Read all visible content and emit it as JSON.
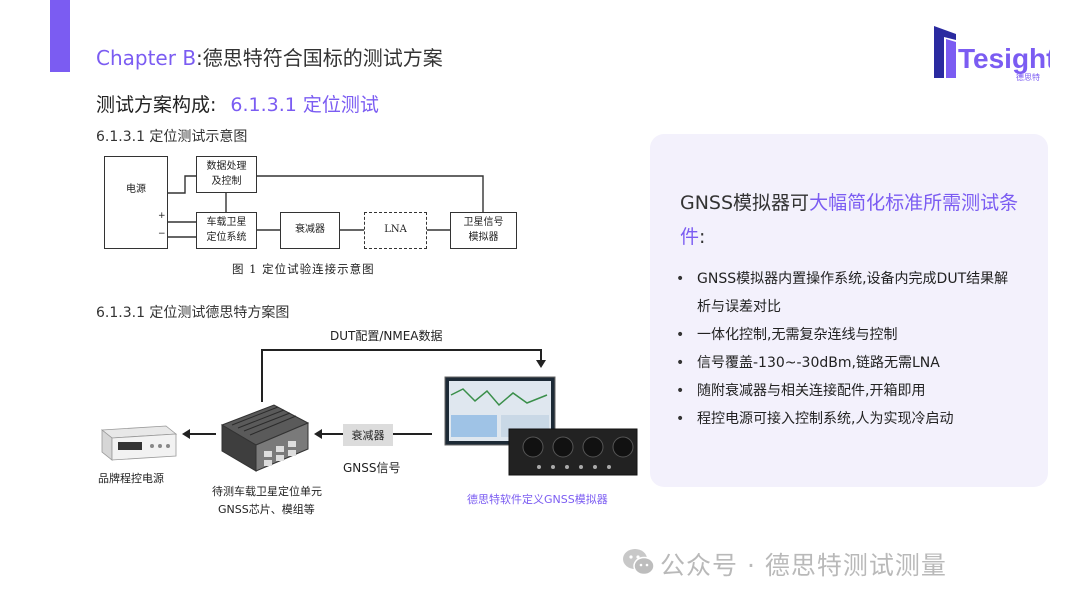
{
  "header": {
    "chapter_prefix": "Chapter B",
    "chapter_sep": ":",
    "chapter_title": "德思特符合国标的测试方案",
    "logo_text": "Tesight",
    "logo_sub": "德思特"
  },
  "subtitle": {
    "label": "测试方案构成:",
    "section": "6.1.3.1 定位测试"
  },
  "diagram1": {
    "title": "6.1.3.1 定位测试示意图",
    "power": "电源",
    "plus": "+",
    "minus": "−",
    "data_box": [
      "数据处理",
      "及控制"
    ],
    "unit_box": [
      "车载卫星",
      "定位系统"
    ],
    "attenuator": "衰减器",
    "lna": "LNA",
    "simulator_box": [
      "卫星信号",
      "模拟器"
    ],
    "caption": "图 1   定位试验连接示意图"
  },
  "diagram2": {
    "title": "6.1.3.1 定位测试德思特方案图",
    "top_label": "DUT配置/NMEA数据",
    "power_label": "品牌程控电源",
    "dut_label_1": "待测车载卫星定位单元",
    "dut_label_2": "GNSS芯片、模组等",
    "attenuator": "衰减器",
    "signal_label": "GNSS信号",
    "simulator_label": "德思特软件定义GNSS模拟器"
  },
  "panel": {
    "lead_plain": "GNSS模拟器可",
    "lead_highlight": "大幅简化标准所需测试条件",
    "lead_end": ":",
    "bullets": [
      "GNSS模拟器内置操作系统,设备内完成DUT结果解析与误差对比",
      "一体化控制,无需复杂连线与控制",
      "信号覆盖-130~-30dBm,链路无需LNA",
      "随附衰减器与相关连接配件,开箱即用",
      "程控电源可接入控制系统,人为实现冷启动"
    ]
  },
  "footer": {
    "text": "公众号 · 德思特测试测量"
  },
  "colors": {
    "accent": "#7b5cf2",
    "panel_bg": "#f3f1fc",
    "footer_gray": "#b9b9b9"
  }
}
